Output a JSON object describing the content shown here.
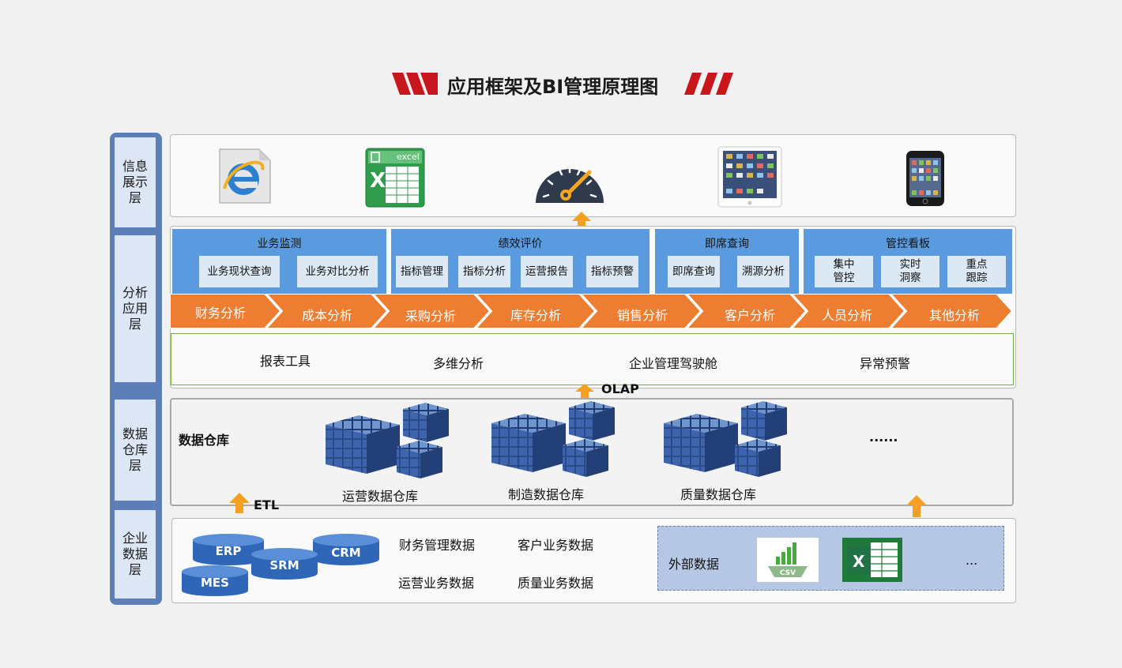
{
  "title": "应用框架及BI管理原理图",
  "layers": [
    "信息展示层",
    "分析应用层",
    "数据仓库层",
    "企业数据层"
  ],
  "display_icons": [
    "ie-browser-icon",
    "excel-icon",
    "dashboard-gauge-icon",
    "tablet-icon",
    "smartphone-icon"
  ],
  "display_icon_text": {
    "excel": "excel"
  },
  "groups": [
    {
      "title": "业务监测",
      "items": [
        "业务现状查询",
        "业务对比分析"
      ]
    },
    {
      "title": "绩效评价",
      "items": [
        "指标管理",
        "指标分析",
        "运营报告",
        "指标预警"
      ]
    },
    {
      "title": "即席查询",
      "items": [
        "即席查询",
        "溯源分析"
      ]
    },
    {
      "title": "管控看板",
      "items": [
        "集中管控",
        "实时洞察",
        "重点跟踪"
      ]
    }
  ],
  "chevrons": [
    "财务分析",
    "成本分析",
    "采购分析",
    "库存分析",
    "销售分析",
    "客户分析",
    "人员分析",
    "其他分析"
  ],
  "tools": [
    "报表工具",
    "多维分析",
    "企业管理驾驶舱",
    "异常预警"
  ],
  "olap_label": "OLAP",
  "etl_label": "ETL",
  "warehouse": {
    "title": "数据仓库",
    "items": [
      "运营数据仓库",
      "制造数据仓库",
      "质量数据仓库"
    ],
    "more": "......"
  },
  "enterprise": {
    "systems": [
      "ERP",
      "SRM",
      "CRM",
      "MES"
    ],
    "data_items": [
      "财务管理数据",
      "客户业务数据",
      "运营业务数据",
      "质量业务数据"
    ],
    "external_title": "外部数据",
    "external_csv": "CSV",
    "external_more": "..."
  },
  "colors": {
    "accent_red": "#c8161d",
    "layer_blue": "#5b7fb6",
    "group_blue": "#5a9be0",
    "orange": "#ed7d31",
    "tool_border": "#70ad47"
  }
}
